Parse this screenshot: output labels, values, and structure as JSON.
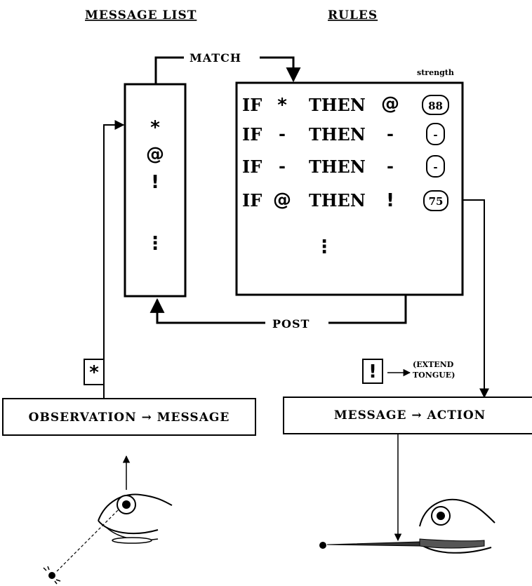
{
  "headers": {
    "message_list": "MESSAGE LIST",
    "rules": "RULES"
  },
  "labels": {
    "match": "MATCH",
    "post": "POST",
    "strength": "strength"
  },
  "message_list": {
    "items": [
      "*",
      "@",
      "!",
      "⋮"
    ]
  },
  "rules": {
    "if_word": "IF",
    "then_word": "THEN",
    "rows": [
      {
        "condition": "*",
        "action": "@",
        "strength": "88"
      },
      {
        "condition": "-",
        "action": "-",
        "strength": "-"
      },
      {
        "condition": "-",
        "action": "-",
        "strength": "-"
      },
      {
        "condition": "@",
        "action": "!",
        "strength": "75"
      }
    ],
    "more": "⋮"
  },
  "input": {
    "token": "*",
    "box_label": "OBSERVATION → MESSAGE"
  },
  "output": {
    "token": "!",
    "extend_line1": "(EXTEND",
    "extend_line2": "TONGUE)",
    "box_label": "MESSAGE → ACTION"
  },
  "colors": {
    "line": "#000000",
    "background": "#ffffff"
  }
}
